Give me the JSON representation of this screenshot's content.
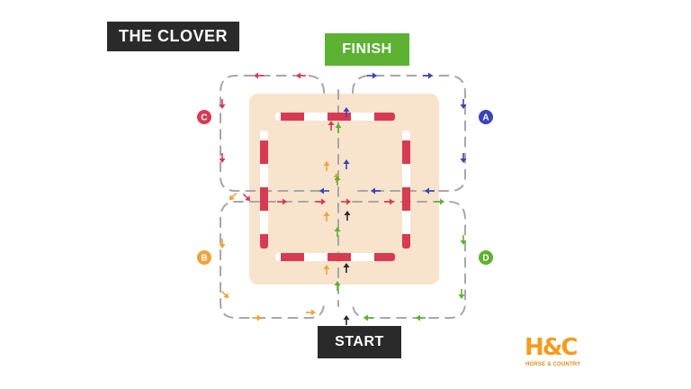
{
  "title": "THE CLOVER",
  "finish_label": "FINISH",
  "start_label": "START",
  "routes": [
    {
      "label": "A",
      "color": "#3b44b5"
    },
    {
      "label": "B",
      "color": "#f0a23a"
    },
    {
      "label": "C",
      "color": "#d83a54"
    },
    {
      "label": "D",
      "color": "#5db133"
    }
  ],
  "logo": {
    "mark": "H&C",
    "text": "HORSE & COUNTRY",
    "color": "#f29c1f"
  },
  "colors": {
    "arena": "#f8e3cc",
    "path": "#a7a7a7",
    "pole_red": "#d83a54",
    "start_arrow": "#2a2a2a"
  }
}
